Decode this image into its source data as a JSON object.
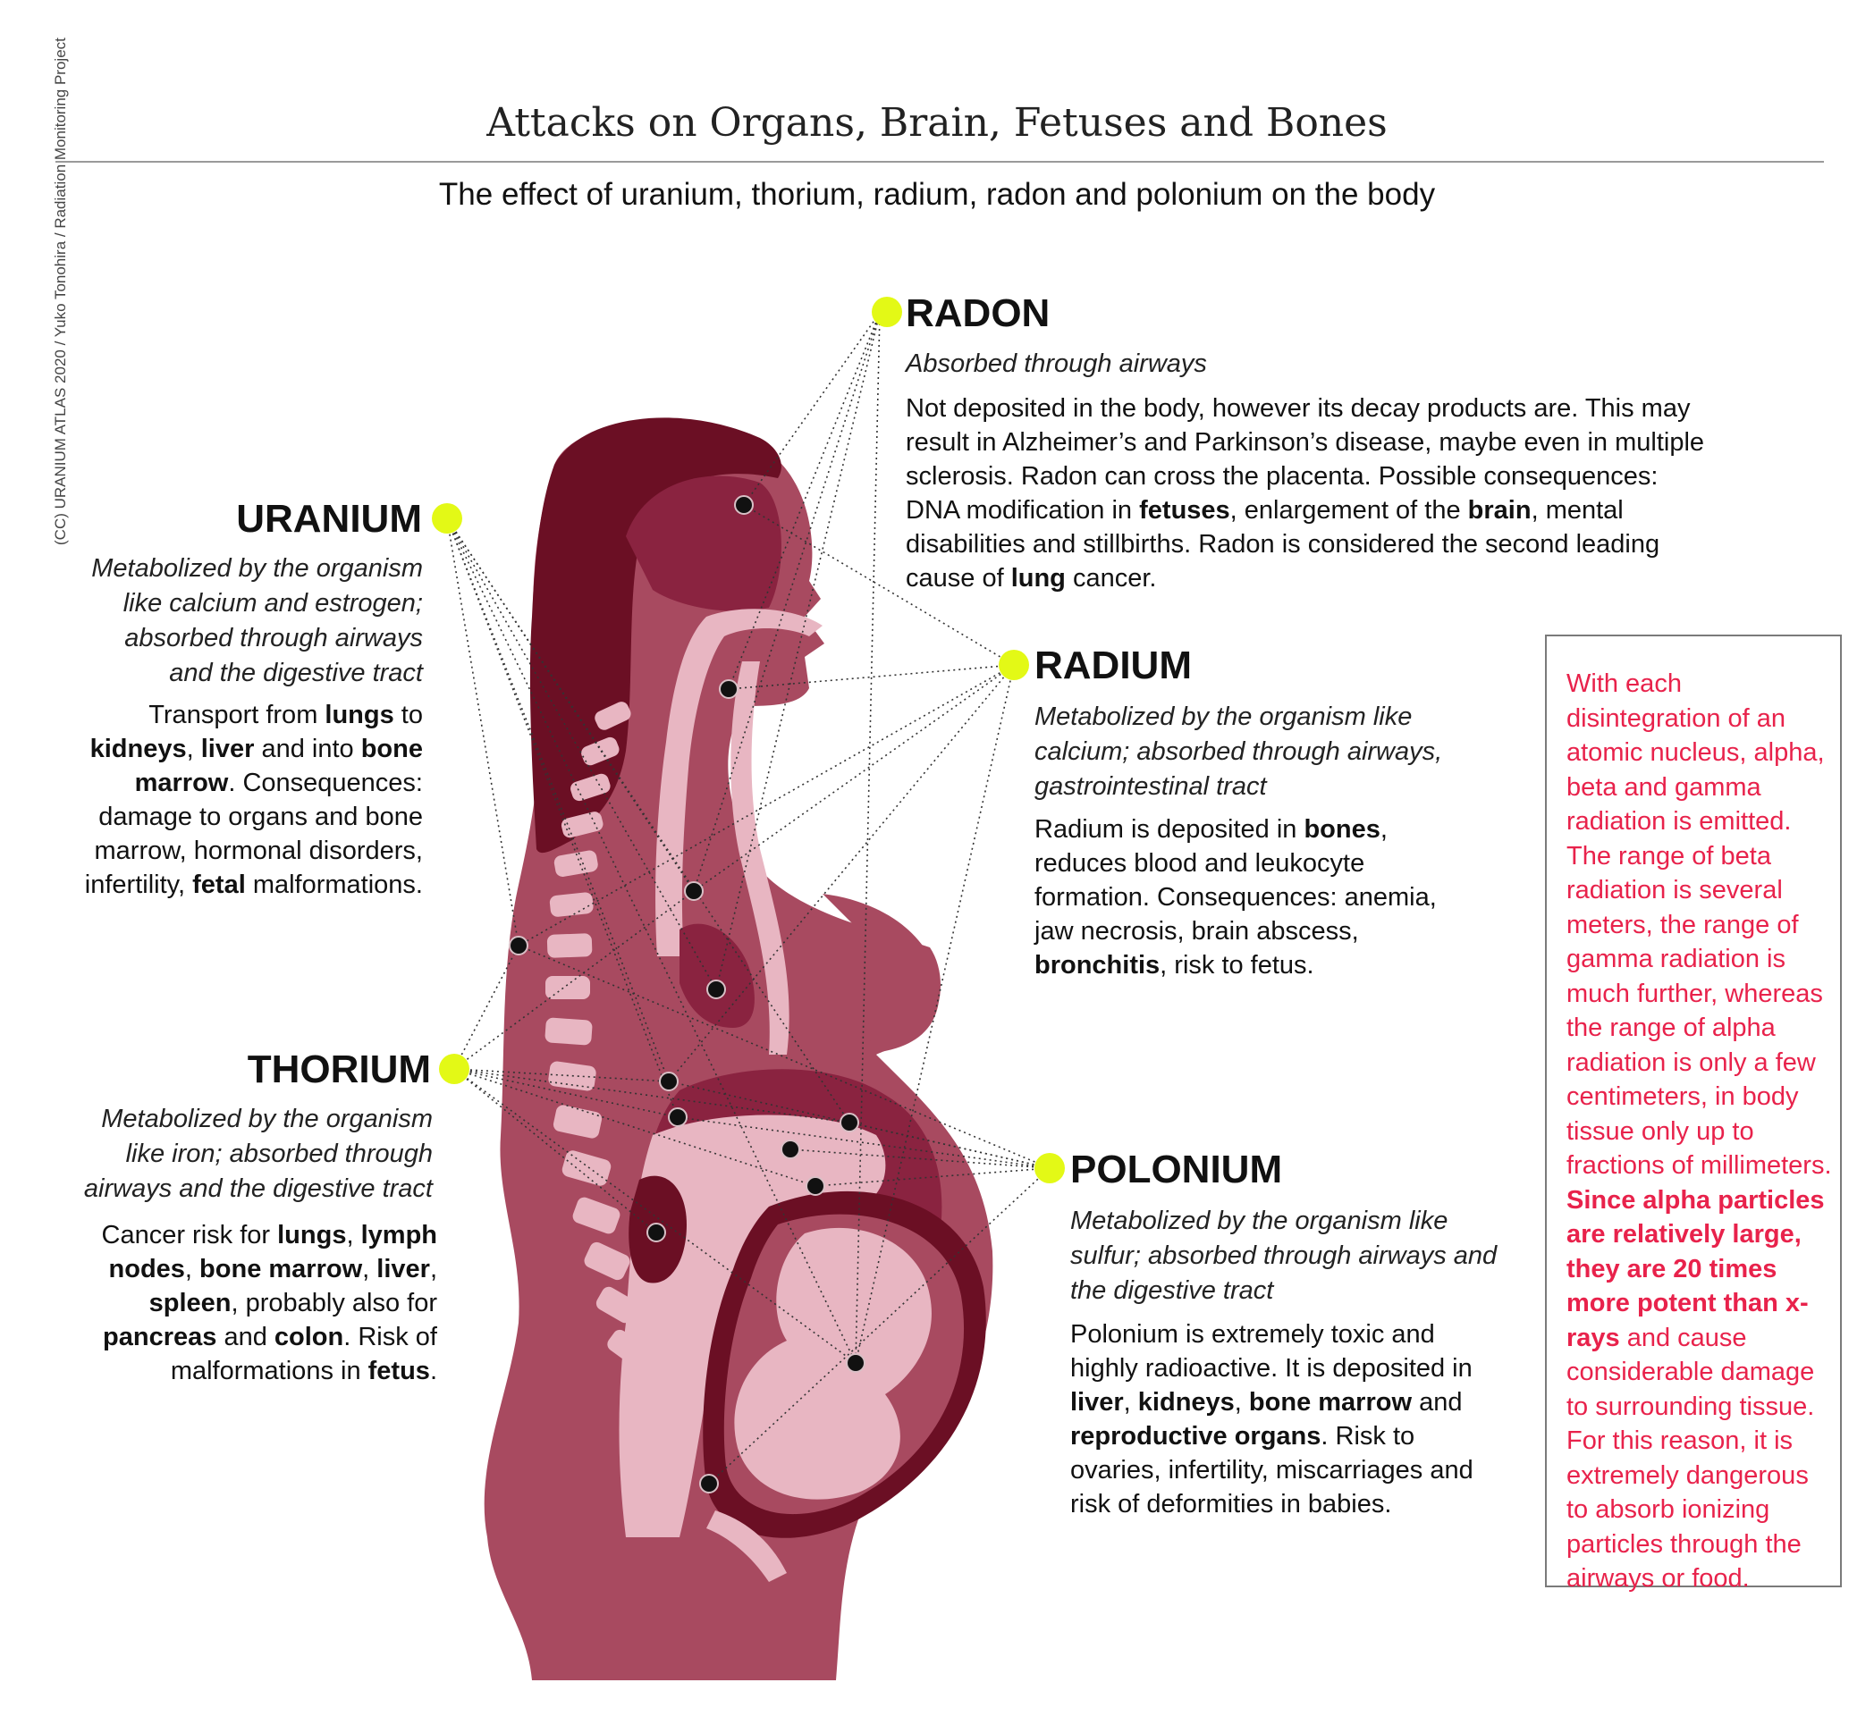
{
  "title": "Attacks on Organs, Brain, Fetuses and Bones",
  "subtitle": "The effect of uranium, thorium, radium, radon and polonium on the body",
  "credit": "(CC) URANIUM ATLAS 2020 / Yuko Tonohira / Radiation Monitoring Project",
  "colors": {
    "accent_dot": "#e3f916",
    "body_dark": "#6b0f24",
    "body_mid": "#a84a60",
    "body_light": "#e8b6c2",
    "sidebar_text": "#e8224b"
  },
  "elements": {
    "radon": {
      "name": "RADON",
      "absorption": "Absorbed through airways",
      "body": [
        {
          "t": "Not deposited in the body, however its decay products are. This may result in Alzheimer’s and Parkinson’s disease, maybe even in multiple sclerosis. Radon can cross the placenta. Possible consequences: DNA modification in "
        },
        {
          "t": "fetuses",
          "b": true
        },
        {
          "t": ", enlargement of the "
        },
        {
          "t": "brain",
          "b": true
        },
        {
          "t": ", mental disabilities and stillbirths. Radon is considered the second leading cause of "
        },
        {
          "t": "lung",
          "b": true
        },
        {
          "t": " cancer."
        }
      ]
    },
    "uranium": {
      "name": "URANIUM",
      "absorption": "Metabolized by the organism like calcium and estrogen; absorbed through airways and the digestive tract",
      "body": [
        {
          "t": "Transport from "
        },
        {
          "t": "lungs",
          "b": true
        },
        {
          "t": " to "
        },
        {
          "t": "kidneys",
          "b": true
        },
        {
          "t": ", "
        },
        {
          "t": "liver",
          "b": true
        },
        {
          "t": " and into "
        },
        {
          "t": "bone marrow",
          "b": true
        },
        {
          "t": ". Consequences: damage to organs and bone marrow, hormonal disorders, infertility, "
        },
        {
          "t": "fetal",
          "b": true
        },
        {
          "t": " malformations."
        }
      ]
    },
    "radium": {
      "name": "RADIUM",
      "absorption": "Metabolized by the organism like calcium; absorbed through airways, gastrointestinal tract",
      "body": [
        {
          "t": "Radium is deposited in "
        },
        {
          "t": "bones",
          "b": true
        },
        {
          "t": ", reduces blood and leukocyte formation. Consequences: anemia, jaw necrosis, brain abscess, "
        },
        {
          "t": "bronchitis",
          "b": true
        },
        {
          "t": ", risk to fetus."
        }
      ]
    },
    "thorium": {
      "name": "THORIUM",
      "absorption": "Metabolized by the organism like iron; absorbed through airways and the digestive tract",
      "body": [
        {
          "t": "Cancer risk for "
        },
        {
          "t": "lungs",
          "b": true
        },
        {
          "t": ", "
        },
        {
          "t": "lymph nodes",
          "b": true
        },
        {
          "t": ", "
        },
        {
          "t": "bone marrow",
          "b": true
        },
        {
          "t": ", "
        },
        {
          "t": "liver",
          "b": true
        },
        {
          "t": ", "
        },
        {
          "t": "spleen",
          "b": true
        },
        {
          "t": ", probably also for "
        },
        {
          "t": "pancreas",
          "b": true
        },
        {
          "t": " and "
        },
        {
          "t": "colon",
          "b": true
        },
        {
          "t": ". Risk of malformations in "
        },
        {
          "t": "fetus",
          "b": true
        },
        {
          "t": "."
        }
      ]
    },
    "polonium": {
      "name": "POLONIUM",
      "absorption": "Metabolized by the organism like sulfur; absorbed through airways and the digestive tract",
      "body": [
        {
          "t": "Polonium is extremely toxic and highly radioactive. It is deposited in "
        },
        {
          "t": "liver",
          "b": true
        },
        {
          "t": ", "
        },
        {
          "t": "kidneys",
          "b": true
        },
        {
          "t": ", "
        },
        {
          "t": "bone marrow",
          "b": true
        },
        {
          "t": " and "
        },
        {
          "t": "reproductive organs",
          "b": true
        },
        {
          "t": ". Risk to ovaries, infertility, miscarriages and risk of deformities in babies."
        }
      ]
    }
  },
  "sidebar": [
    {
      "t": "With each disintegration of an atomic nucleus, alpha, beta and gamma radiation is emitted. The range of beta radiation is several meters, the range of gamma radiation is much further, whereas the range of alpha radiation is only a few centimeters, in body tissue only up to fractions of millimeters. "
    },
    {
      "t": "Since alpha particles are relatively large, they are 20 times more potent than x-rays",
      "b": true
    },
    {
      "t": " and cause considerable damage to surrounding tissue. For this reason, it is extremely dangerous to absorb ionizing particles through the airways or food."
    }
  ],
  "targets": [
    "brain",
    "throat",
    "lung",
    "lung-lower",
    "spine",
    "kidney-upper",
    "kidney-lower",
    "liver",
    "intestine-upper",
    "intestine-mid",
    "spleen",
    "fetus",
    "ovary"
  ]
}
